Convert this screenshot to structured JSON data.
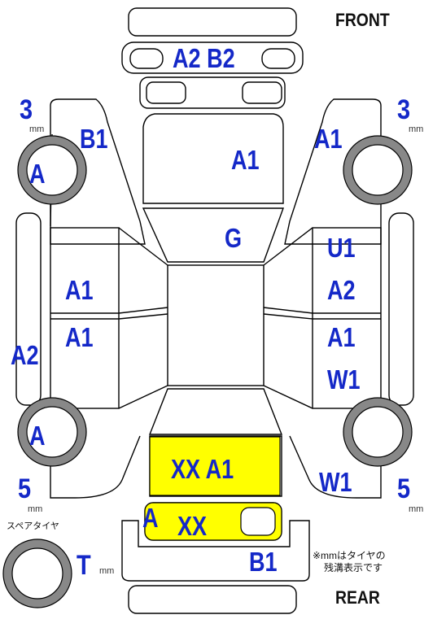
{
  "orientation": {
    "front": "FRONT",
    "rear": "REAR"
  },
  "tread_depth": {
    "front_left": "3",
    "front_right": "3",
    "rear_left": "5",
    "rear_right": "5",
    "spare": "T",
    "unit": "mm"
  },
  "wheel_codes": {
    "front_left": "A",
    "rear_left": "A",
    "spare_area": "A"
  },
  "damage_codes": {
    "front_bumper": "A2 B2",
    "left_front_fender": "B1",
    "right_front_fender": "A1",
    "hood": "A1",
    "windshield": "G",
    "right_front_door_top": "U1",
    "right_front_door": "A2",
    "left_front_door": "A1",
    "left_rear_door": "A1",
    "left_sill": "A2",
    "right_rear_door_top": "A1",
    "right_rear_door": "W1",
    "right_rear_quarter": "W1",
    "trunk": "XX  A1",
    "rear_panel": "XX",
    "rear_bumper": "B1"
  },
  "highlight_color": "#ffff00",
  "spare_label": "スペアタイヤ",
  "note": {
    "line1": "※mmはタイヤの",
    "line2": "残溝表示です"
  }
}
